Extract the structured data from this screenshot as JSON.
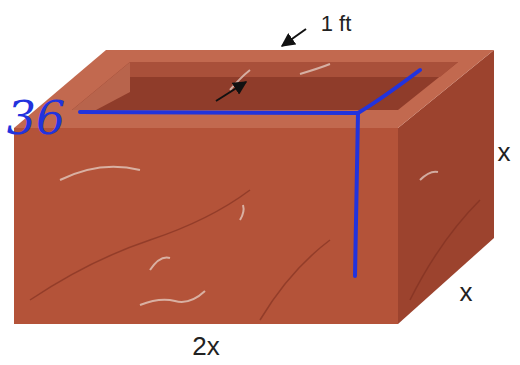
{
  "diagram": {
    "labels": [
      "1 ft",
      "x",
      "x",
      "2x",
      "36"
    ]
  }
}
